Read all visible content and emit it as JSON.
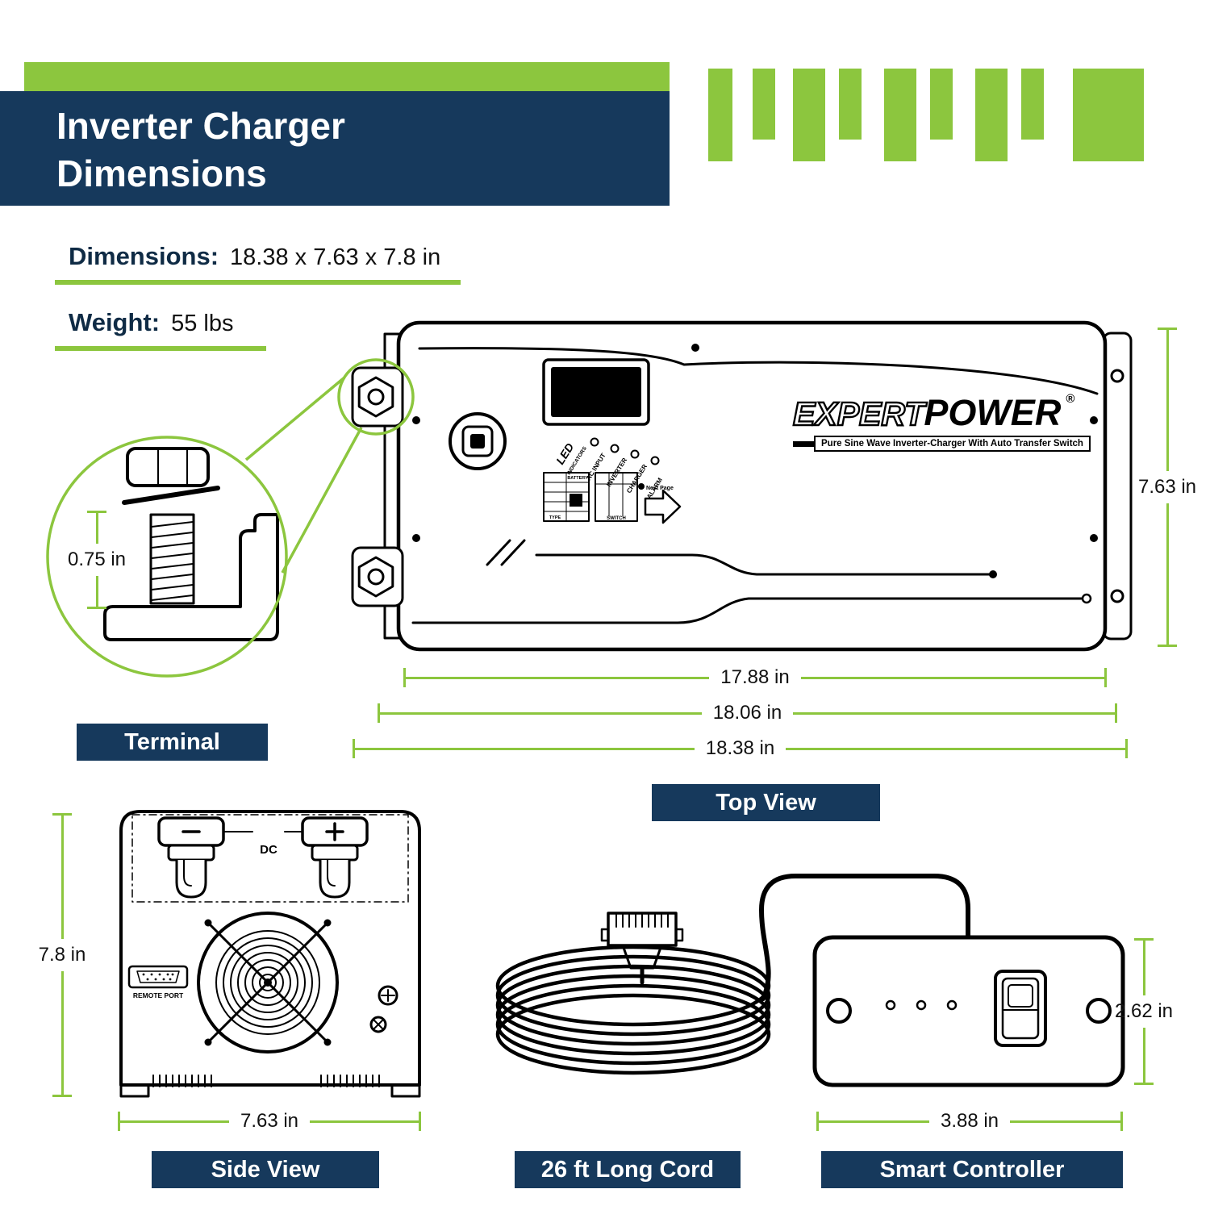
{
  "title": {
    "line1": "Inverter Charger",
    "line2": "Dimensions"
  },
  "specs": {
    "dimensions_label": "Dimensions:",
    "dimensions_value": "18.38 x 7.63 x 7.8 in",
    "weight_label": "Weight:",
    "weight_value": "55 lbs"
  },
  "section_labels": {
    "terminal": "Terminal",
    "top_view": "Top View",
    "side_view": "Side View",
    "cord": "26 ft Long Cord",
    "smart_controller": "Smart Controller"
  },
  "measurements": {
    "terminal_stud_height": "0.75 in",
    "top_view_height": "7.63 in",
    "top_width_inner": "17.88 in",
    "top_width_mid": "18.06 in",
    "top_width_outer": "18.38 in",
    "side_height": "7.8 in",
    "side_width": "7.63 in",
    "controller_height": "2.62 in",
    "controller_width": "3.88 in"
  },
  "device": {
    "brand_part1": "EXPERT",
    "brand_part2": "POWER",
    "registered": "®",
    "tagline": "Pure Sine Wave Inverter-Charger With Auto Transfer Switch",
    "led_label": "LED",
    "led_sub_label": "INDICATORS",
    "led_items": [
      "AC INPUT",
      "INVERTER",
      "CHARGER",
      "ALARM"
    ],
    "next_page": "Next Page",
    "battery_label": "BATTERY",
    "type_label": "TYPE",
    "switch_label": "SWITCH",
    "dc_label": "DC",
    "remote_port_label": "REMOTE PORT"
  },
  "colors": {
    "navy": "#16395c",
    "green": "#8cc63e"
  }
}
